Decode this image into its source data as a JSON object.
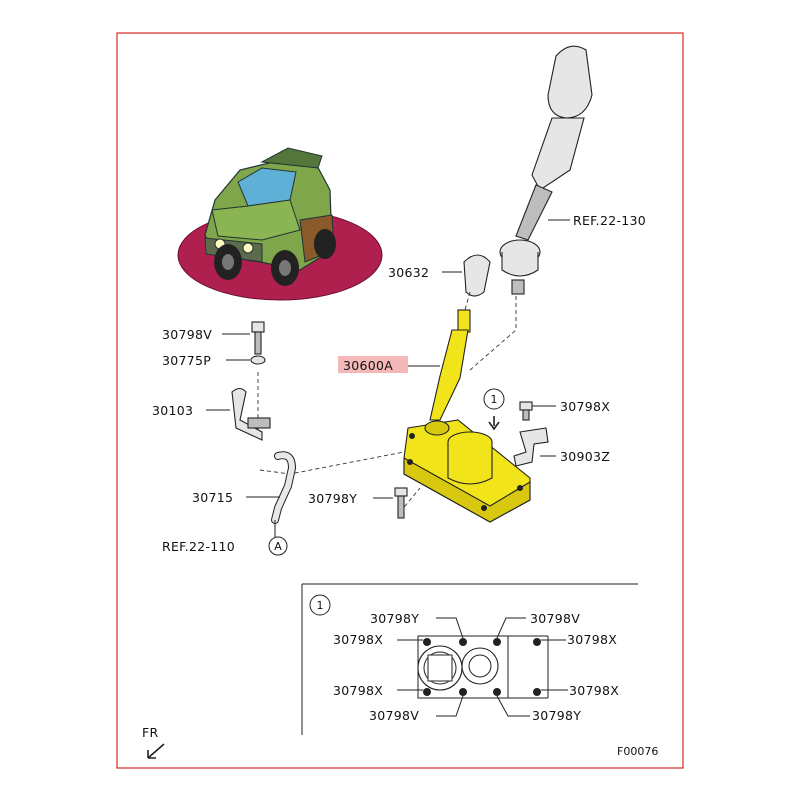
{
  "diagram": {
    "figure_code": "F00076",
    "front_label": "FR",
    "highlight_color": "#f5b8b8",
    "frame_color": "#d92a2a",
    "part_color": "#f2e41a",
    "labels": {
      "ref_22_130": "REF.22-130",
      "p30632": "30632",
      "p30600A": "30600A",
      "p30798V": "30798V",
      "p30775P": "30775P",
      "p30103": "30103",
      "p30715": "30715",
      "ref_22_110": "REF.22-110",
      "callout_A": "A",
      "p30798Y": "30798Y",
      "p30798X": "30798X",
      "p30903Z": "30903Z",
      "callout_1": "1"
    },
    "inset": {
      "callout": "1",
      "labels": {
        "top_left": "30798Y",
        "top_right": "30798V",
        "mid_left_top": "30798X",
        "mid_right_top": "30798X",
        "mid_left_bottom": "30798X",
        "mid_right_bottom": "30798X",
        "bottom_left": "30798V",
        "bottom_right": "30798Y"
      }
    }
  }
}
